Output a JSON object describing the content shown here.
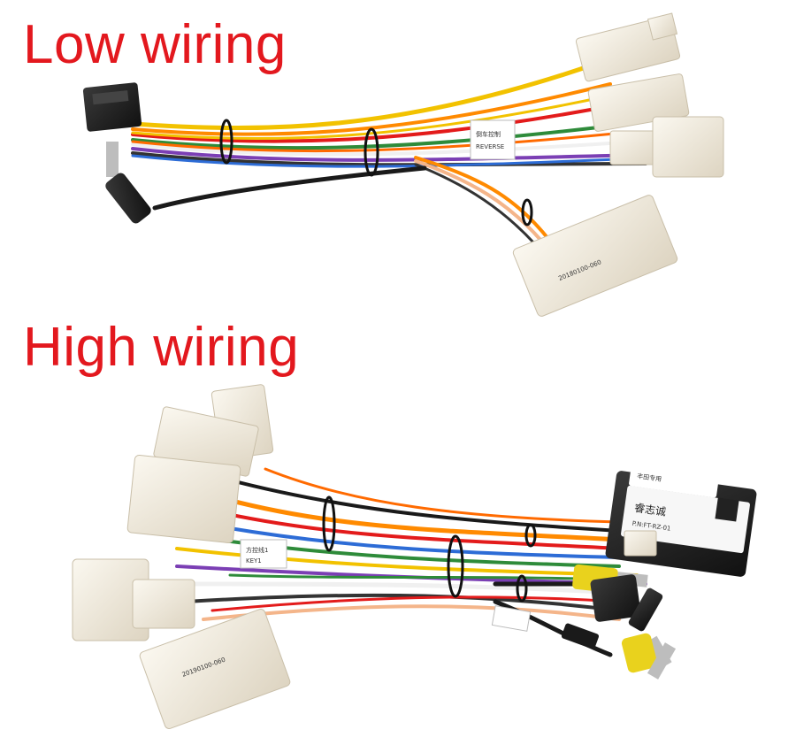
{
  "titles": {
    "low": "Low wiring",
    "high": "High wiring"
  },
  "colors": {
    "title_red": "#e3181e",
    "connector_ivory": "#f1ebdc",
    "connector_black": "#1c1c1c",
    "rca_yellow": "#e9d21d"
  },
  "labels": {
    "low_reverse_tag": "REVERSE",
    "low_reverse_tag_cn": "倒车控制",
    "low_part_number": "20180100-060",
    "high_key_tag": "KEY1",
    "high_key_tag_cn": "方控线1",
    "high_box_brand": "睿志诚",
    "high_box_series": "丰田专用",
    "high_box_pn": "P.N:FT-RZ-01",
    "high_part_number": "20190100-060"
  }
}
